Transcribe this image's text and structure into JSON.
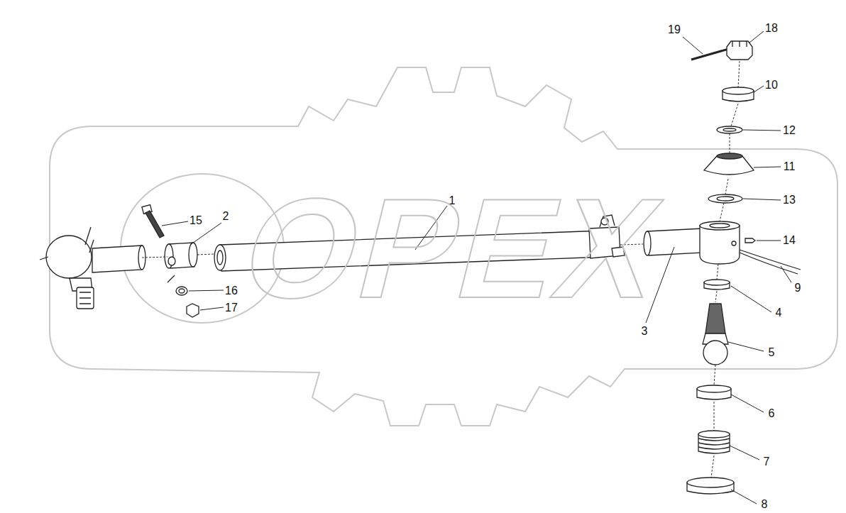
{
  "diagram": {
    "labels": [
      "OPEX",
      "19",
      "18",
      "10",
      "12",
      "11",
      "13",
      "14",
      "9",
      "4",
      "5",
      "6",
      "7",
      "8",
      "1",
      "2",
      "15",
      "16",
      "17",
      "3"
    ]
  }
}
